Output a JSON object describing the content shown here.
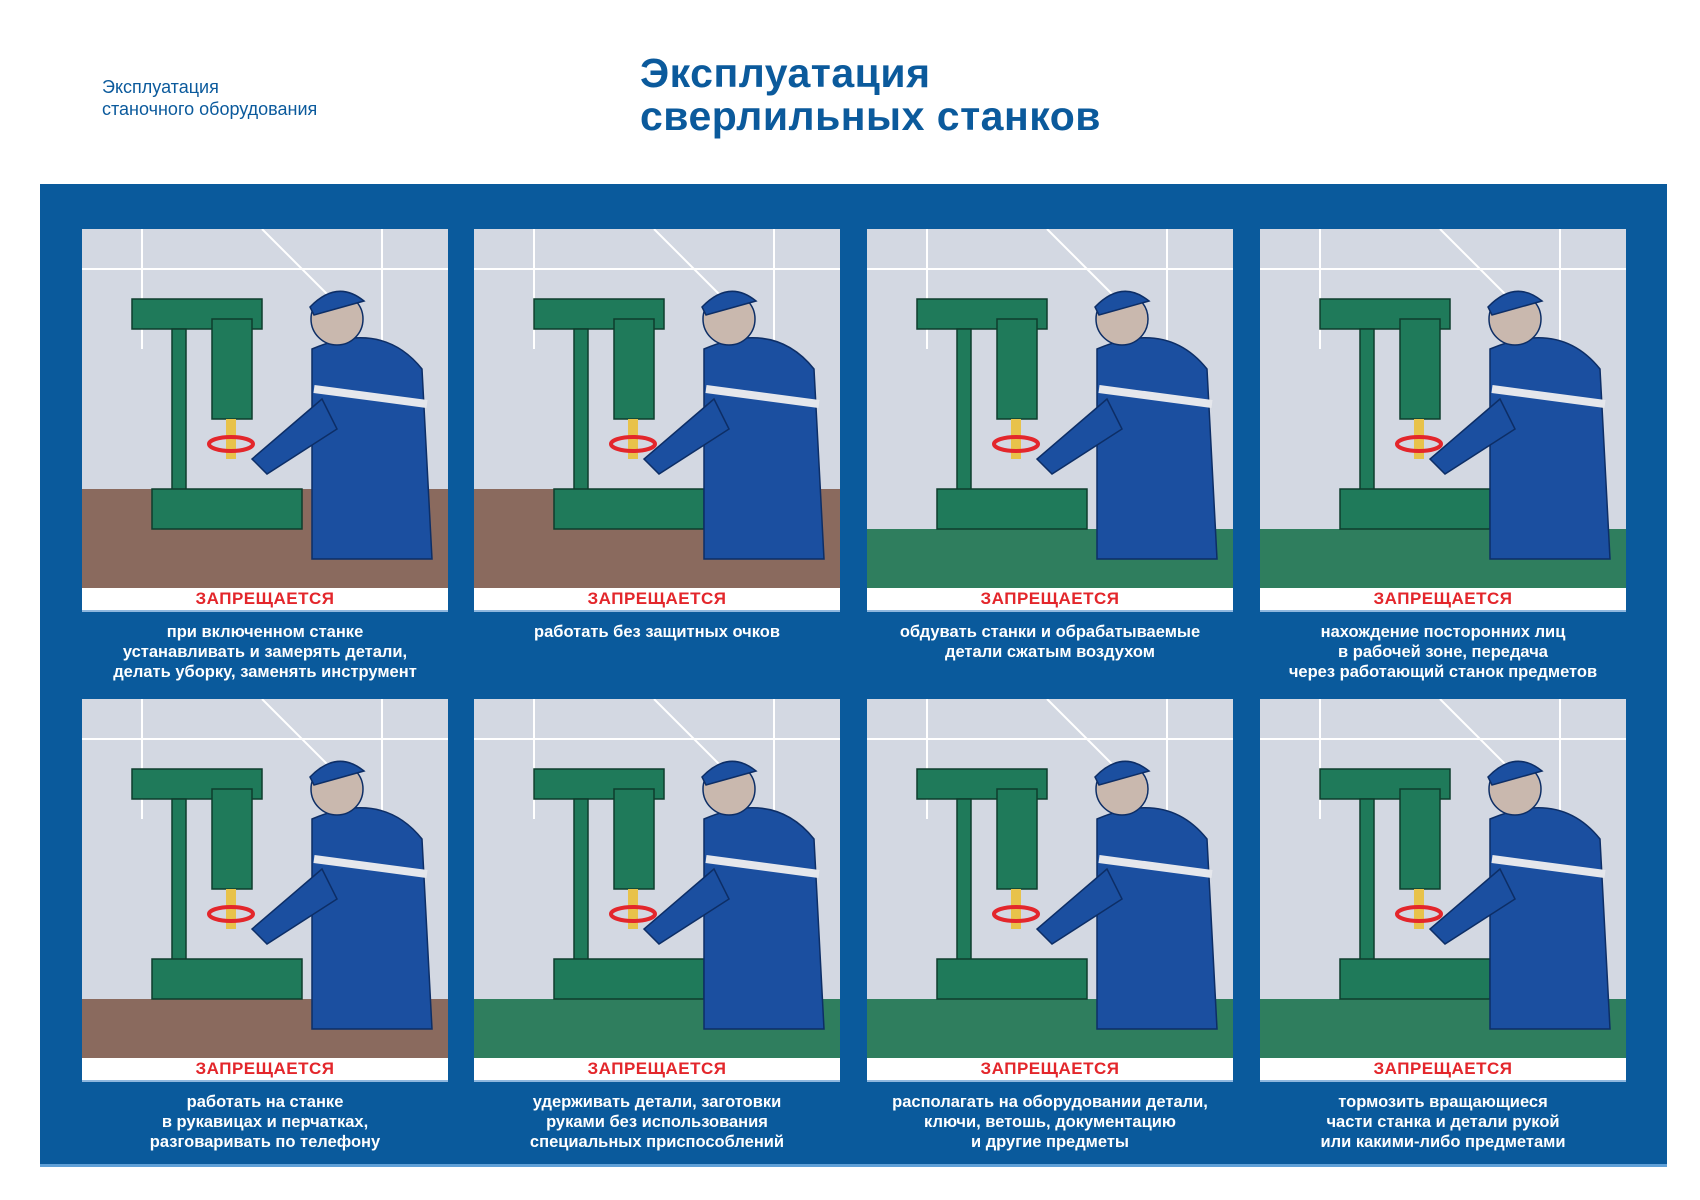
{
  "header": {
    "series_line1": "Эксплуатация",
    "series_line2": "станочного оборудования",
    "title_line1": "Эксплуатация",
    "title_line2": "сверлильных станков"
  },
  "colors": {
    "brand_blue": "#0a5a9c",
    "warning_red": "#e3262b",
    "machine_green": "#1f7a5a"
  },
  "cards": [
    {
      "banner": "ЗАПРЕЩАЕТСЯ",
      "lines": [
        "при включенном станке",
        "устанавливать и замерять детали,",
        "делать уборку, заменять инструмент"
      ]
    },
    {
      "banner": "ЗАПРЕЩАЕТСЯ",
      "lines": [
        "работать без защитных очков"
      ]
    },
    {
      "banner": "ЗАПРЕЩАЕТСЯ",
      "lines": [
        "обдувать станки и обрабатываемые",
        "детали сжатым воздухом"
      ]
    },
    {
      "banner": "ЗАПРЕЩАЕТСЯ",
      "lines": [
        "нахождение посторонних лиц",
        "в рабочей зоне, передача",
        "через работающий станок предметов"
      ]
    },
    {
      "banner": "ЗАПРЕЩАЕТСЯ",
      "lines": [
        "работать на станке",
        "в рукавицах и перчатках,",
        "разговаривать по телефону"
      ]
    },
    {
      "banner": "ЗАПРЕЩАЕТСЯ",
      "lines": [
        "удерживать детали, заготовки",
        "руками без использования",
        "специальных приспособлений"
      ]
    },
    {
      "banner": "ЗАПРЕЩАЕТСЯ",
      "lines": [
        "располагать на оборудовании детали,",
        "ключи, ветошь, документацию",
        "и другие предметы"
      ]
    },
    {
      "banner": "ЗАПРЕЩАЕТСЯ",
      "lines": [
        "тормозить вращающиеся",
        "части станка и детали рукой",
        "или какими-либо предметами"
      ]
    }
  ]
}
